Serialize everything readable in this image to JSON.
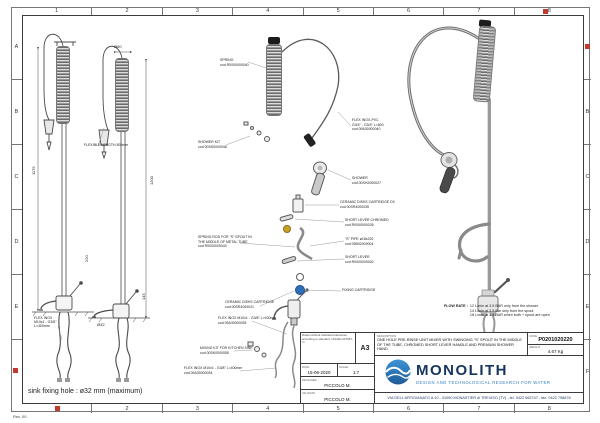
{
  "sheet": {
    "cols": [
      "1",
      "2",
      "3",
      "4",
      "5",
      "6",
      "7",
      "8"
    ],
    "rows": [
      "A",
      "B",
      "C",
      "D",
      "E",
      "F"
    ],
    "rev": "Rev. 00"
  },
  "left_view": {
    "flexible_label": "FLEXIBLE LENGTH 500mm",
    "dim_height_a": "1175",
    "dim_height_b": "1200",
    "dim_dia_top": "Ø60",
    "dim_base": "145",
    "dim_spout": "220",
    "dim_hole": "Ø32",
    "flex_note": "FLEX INOX\nM10x1 - G3/8\"\nL=400mm",
    "sink_note": "sink fixing hole : ø32 mm (maximum)"
  },
  "annotations": [
    {
      "text": "SPRING\ncod R0000000040"
    },
    {
      "text": "SHOWER KIT\ncod 00SK0000046"
    },
    {
      "text": "FLEX INOX-PVC\nG3/4\" - G3/4\" L=600\ncod 09A30000040"
    },
    {
      "text": "SHOWER\ncod 00SH2000027"
    },
    {
      "text": "CERAMIC DISKS CARTRIDGE DX\ncod 00SR4000035"
    },
    {
      "text": "SHORT LEVER CHROMED\ncod R0000000026"
    },
    {
      "text": "SPRING ROD FOR \"S\" SPOUT IN\nTHE MIDDLE OF METAL TUBE\ncod R0000000043"
    },
    {
      "text": "\"S\" PIPE ø18x220\ncod 09B02009004"
    },
    {
      "text": "SHORT LEVER\ncod R0000000002"
    },
    {
      "text": "FIXING CARTRIDGE"
    },
    {
      "text": "CERAMIC DISKS CARTRIDGE\ncod 00SR4000021"
    },
    {
      "text": "FLEX INOX M10x1 - G3/8\" L=400mm\ncod 09A30000035"
    },
    {
      "text": "MIXING KIT FOR KITCHEN SINK\ncod 00SK0000055"
    },
    {
      "text": "FLEX INOX M10x1 - G3/8\" L=400mm\ncod 09A30000034"
    }
  ],
  "flow_rate": {
    "label": "FLOW RATE :",
    "lines": [
      "12 L/min at 3.5 BAR only from the shower",
      "14 L/min at 3.5 Bar only from the spout",
      "18 L/min at 3.5 BAR when both + spout are open"
    ]
  },
  "title_block": {
    "tolerance_note": "Drawn without indicated tolerances according to standard: UNI-EN-22768 f-m",
    "format": "A3",
    "date_label": "DATE",
    "date": "15-06-2020",
    "scale_label": "SCALE",
    "scale": "1:7",
    "designer_label": "DESIGNER",
    "designer": "PICCOLO M.",
    "validate_label": "VALIDATE",
    "validate": "PICCOLO M.",
    "description_label": "DESCRIPTION",
    "description": "ONE HOLE PRE-RINSE UNIT MIXER WITH SWINGING \"S\" SPOUT IN THE MIDDLE OF THE TUBE, CHROMED SHORT LEVER HANDLE AND PREMIUM SHOWER HAND",
    "code_label": "CODE",
    "code": "P0201020220",
    "weight_label": "WEIGHT",
    "weight": "4.67 Kg",
    "address": "VIA DELL'ARTIGIANATO 8-10 - 31050 MONASTIER di TREVISO (TV) - tel. 0422 662747 - fax. 0422 798878"
  },
  "logo": {
    "name": "MONOLITH",
    "tagline": "DESIGN AND TECHNOLOGICAL RESEARCH FOR WATER"
  }
}
